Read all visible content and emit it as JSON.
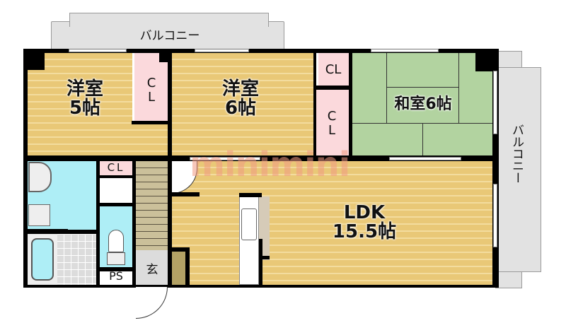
{
  "diagram": {
    "type": "apartment-floor-plan",
    "layout": "3LDK",
    "colors": {
      "wall": "#000000",
      "western_floor": "#e9c877",
      "tatami": "#b2d3a0",
      "closet": "#fbd9dc",
      "wet_area": "#aeeef6",
      "balcony": "#e2e2e2",
      "watermark": "#f19b83"
    },
    "balconies": {
      "top": {
        "label": "バルコニー"
      },
      "right": {
        "label": "バルコニー"
      }
    },
    "rooms": {
      "western1": {
        "name": "洋室",
        "size": "5帖"
      },
      "western2": {
        "name": "洋室",
        "size": "6帖"
      },
      "japanese": {
        "name": "和室6帖"
      },
      "ldk": {
        "name": "LDK",
        "size": "15.5帖"
      },
      "closet1": {
        "label": "CL"
      },
      "closet2": {
        "label": "CL"
      },
      "closet3": {
        "label": "CL"
      },
      "closet4": {
        "label": "CL"
      },
      "genkan": {
        "label": "玄"
      },
      "ps": {
        "label": "PS"
      }
    },
    "watermark": "minimini"
  }
}
